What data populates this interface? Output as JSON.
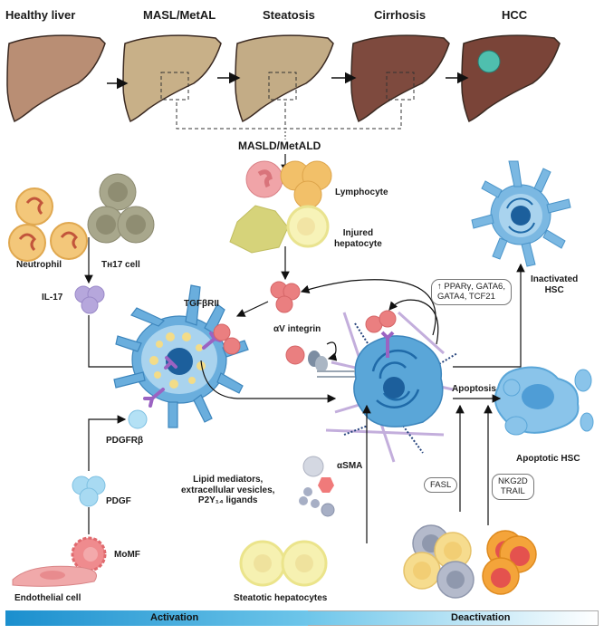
{
  "stages": [
    {
      "label": "Healthy liver",
      "color": "#b98e74"
    },
    {
      "label": "MASL/MetAL",
      "color": "#c8b088"
    },
    {
      "label": "Steatosis",
      "color": "#c3ac86"
    },
    {
      "label": "Cirrhosis",
      "color": "#7e4a3e"
    },
    {
      "label": "HCC",
      "color": "#7a4438"
    }
  ],
  "masld_label": "MASLD/MetALD",
  "cells": {
    "neutrophil": "Neutrophil",
    "th17": "Tʜ17 cell",
    "il17": "IL-17",
    "lymphocyte": "Lymphocyte",
    "injured_hepatocyte_1": "Injured",
    "injured_hepatocyte_2": "hepatocyte",
    "tgfbrii": "TGFβRII",
    "av_integrin": "αV integrin",
    "pdgfrb": "PDGFRβ",
    "pdgf": "PDGF",
    "momf": "MoMF",
    "endothelial": "Endothelial cell",
    "lipid_1": "Lipid mediators,",
    "lipid_2": "extracellular vesicles,",
    "lipid_3": "P2Y₁₄ ligands",
    "asma": "αSMA",
    "steatotic": "Steatotic hepatocytes",
    "inactivated_1": "Inactivated",
    "inactivated_2": "HSC",
    "apoptosis": "Apoptosis",
    "apoptotic_hsc": "Apoptotic HSC"
  },
  "pills": {
    "factors_1": "↑ PPARγ, GATA6,",
    "factors_2": "GATA4, TCF21",
    "fasl": "FASL",
    "nkg2d_1": "NKG2D",
    "nkg2d_2": "TRAIL"
  },
  "bar": {
    "activation": "Activation",
    "deactivation": "Deactivation"
  },
  "colors": {
    "hsc_blue": "#5aa6d8",
    "nucleus": "#1c5f9c",
    "lipid": "#f5e3a0",
    "receptor": "#9b63c2",
    "ligand_red": "#e8797a",
    "il17": "#b6a7dc",
    "pdgf": "#a8daf2"
  }
}
